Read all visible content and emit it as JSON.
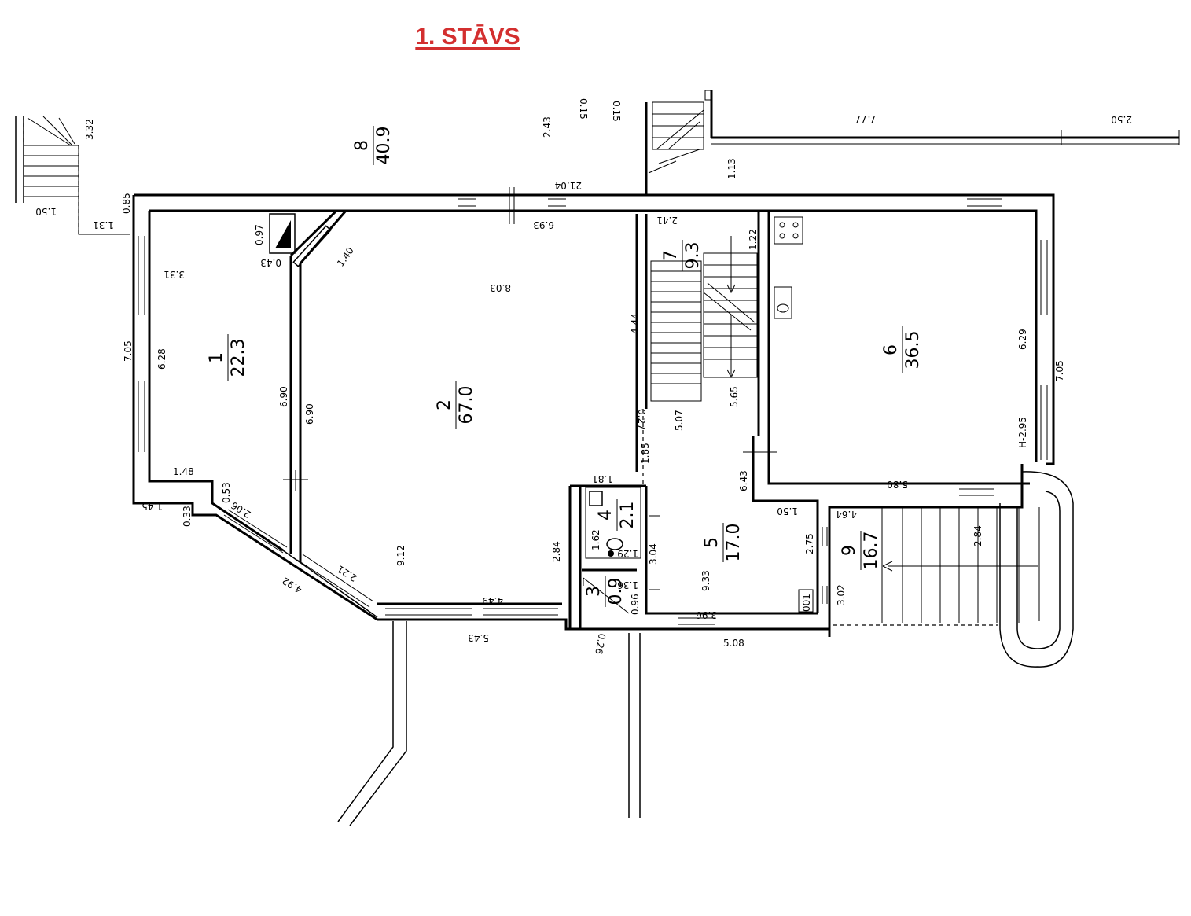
{
  "plan": {
    "title": "1. STĀVS",
    "title_color": "#d32f2f",
    "rooms": [
      {
        "number": "1",
        "area": "22.3"
      },
      {
        "number": "2",
        "area": "67.0"
      },
      {
        "number": "3",
        "area": "0.9"
      },
      {
        "number": "4",
        "area": "2.1"
      },
      {
        "number": "5",
        "area": "17.0"
      },
      {
        "number": "6",
        "area": "36.5"
      },
      {
        "number": "7",
        "area": "9.3"
      },
      {
        "number": "8",
        "area": "40.9"
      },
      {
        "number": "9",
        "area": "16.7"
      }
    ],
    "dimensions": [
      "3.32",
      "1.50",
      "1.31",
      "0.85",
      "2.43",
      "0.15",
      "0.15",
      "1.13",
      "7.77",
      "2.50",
      "21.04",
      "0.97",
      "0.43",
      "3.31",
      "1.40",
      "6.93",
      "8.03",
      "2.41",
      "1.22",
      "4.44",
      "7.05",
      "6.28",
      "6.90",
      "6.90",
      "0.27",
      "5.07",
      "5.65",
      "6.29",
      "7.05",
      "H-2.95",
      "1.48",
      "0.53",
      "1.85",
      "1.81",
      "6.43",
      "5.80",
      "1.45",
      "0.33",
      "2.06",
      "1.62",
      "1.29",
      "3.04",
      "2.84",
      "1.50",
      "4.64",
      "2.84",
      "2.75",
      "9.12",
      "9.33",
      "4.92",
      "2.21",
      "1.36",
      "0.96",
      "3.02",
      "4.49",
      "3.96",
      "5.43",
      "0.26",
      "5.08",
      "001"
    ]
  }
}
